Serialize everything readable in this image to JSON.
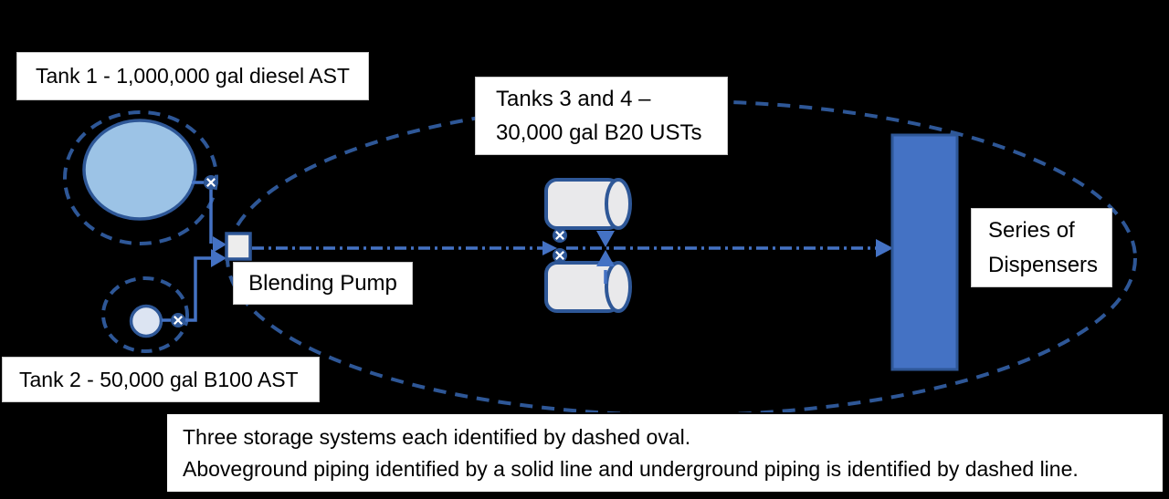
{
  "labels": {
    "tank1": "Tank 1 - 1,000,000 gal diesel AST",
    "tank2": "Tank 2 - 50,000 gal B100 AST",
    "tanks34": {
      "line1": "Tanks 3 and 4 –",
      "line2": "30,000 gal B20 USTs"
    },
    "blending_pump": "Blending Pump",
    "dispensers": {
      "line1": "Series of",
      "line2": "Dispensers"
    },
    "note": {
      "line1": "Three storage systems each identified by dashed oval.",
      "line2": "Aboveground piping identified by a solid line and underground piping is identified by dashed line."
    }
  },
  "colors": {
    "background": "#000000",
    "dark_blue": "#2E5797",
    "medium_blue": "#4472C4",
    "tank1_fill": "#9CC3E6",
    "tank2_fill": "#DCE4F2",
    "cylinder_fill": "#E9E9EB",
    "pump_fill": "#EDEDED",
    "label_background": "#FFFFFF",
    "label_text": "#000000"
  },
  "icons": {
    "valve": "circle-with-x valve symbol",
    "check_valve": "vertical bowtie check-valve symbol",
    "flow_arrow": "right-pointing flow arrowhead"
  }
}
